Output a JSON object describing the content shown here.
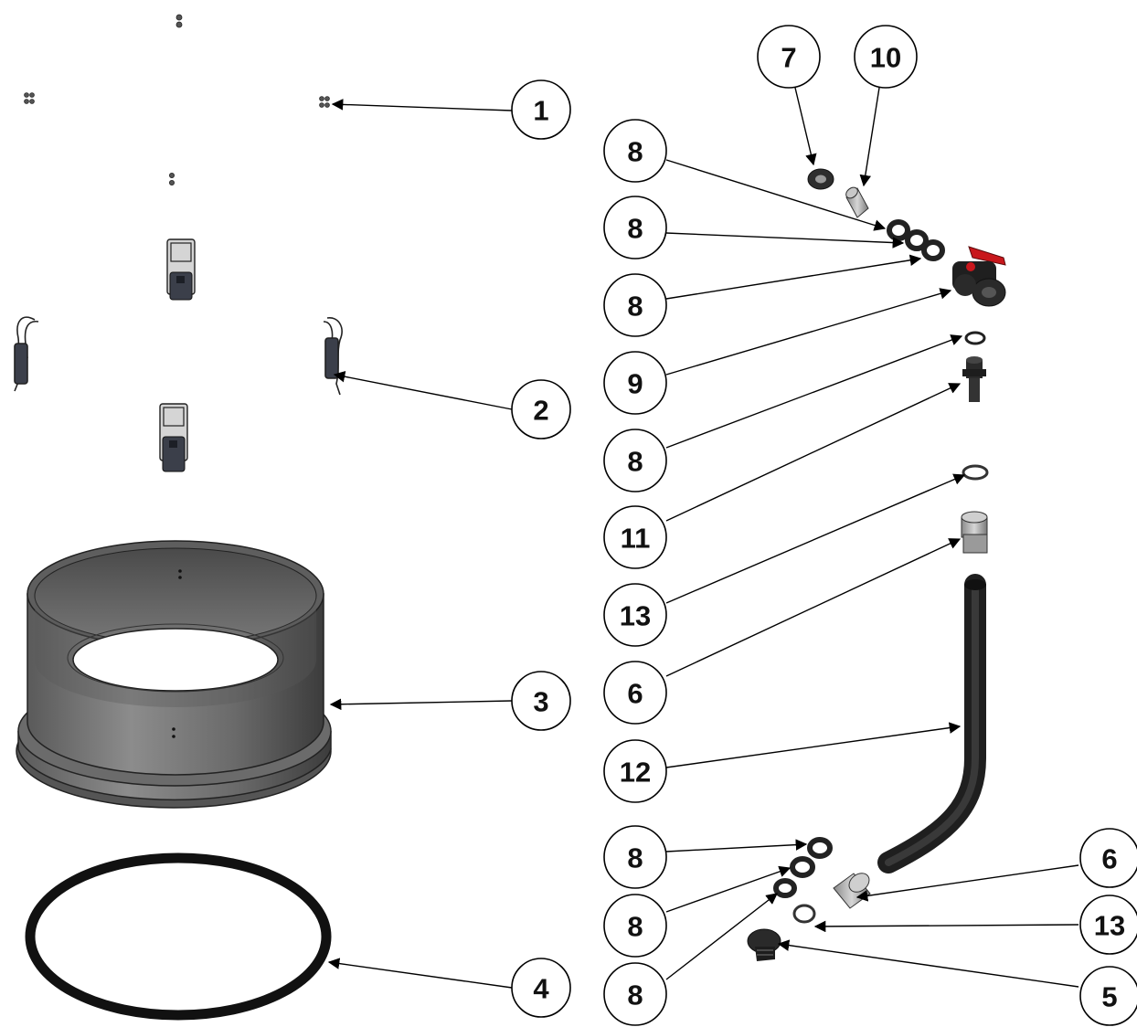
{
  "callouts": [
    {
      "id": "c1",
      "label": "1"
    },
    {
      "id": "c2",
      "label": "2"
    },
    {
      "id": "c3",
      "label": "3"
    },
    {
      "id": "c4",
      "label": "4"
    },
    {
      "id": "c7",
      "label": "7"
    },
    {
      "id": "c10",
      "label": "10"
    },
    {
      "id": "c8a",
      "label": "8"
    },
    {
      "id": "c8b",
      "label": "8"
    },
    {
      "id": "c8c",
      "label": "8"
    },
    {
      "id": "c9",
      "label": "9"
    },
    {
      "id": "c8d",
      "label": "8"
    },
    {
      "id": "c11",
      "label": "11"
    },
    {
      "id": "c13a",
      "label": "13"
    },
    {
      "id": "c6a",
      "label": "6"
    },
    {
      "id": "c12",
      "label": "12"
    },
    {
      "id": "c8e",
      "label": "8"
    },
    {
      "id": "c8f",
      "label": "8"
    },
    {
      "id": "c8g",
      "label": "8"
    },
    {
      "id": "c6b",
      "label": "6"
    },
    {
      "id": "c13b",
      "label": "13"
    },
    {
      "id": "c5",
      "label": "5"
    }
  ],
  "colors": {
    "line": "#000000",
    "part_dark": "#333333",
    "part_mid": "#6e6e6e",
    "part_light": "#a8a8a8",
    "valve_handle": "#c8171c"
  }
}
